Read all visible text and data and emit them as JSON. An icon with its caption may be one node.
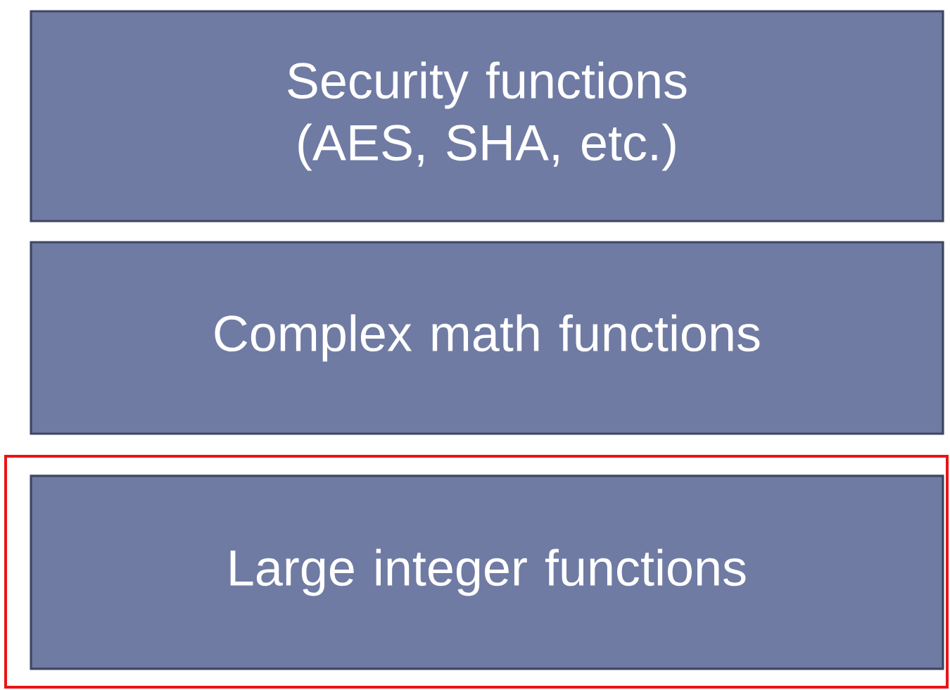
{
  "diagram": {
    "nodes": [
      {
        "text": [
          "Security functions (AES, SHA, etc.)"
        ]
      },
      {
        "text": [
          "Complex math functions"
        ]
      },
      {
        "text": [],
        "shape": "box"
      },
      {
        "text": [
          "Large integer functions"
        ],
        "in": 2
      }
    ]
  }
}
